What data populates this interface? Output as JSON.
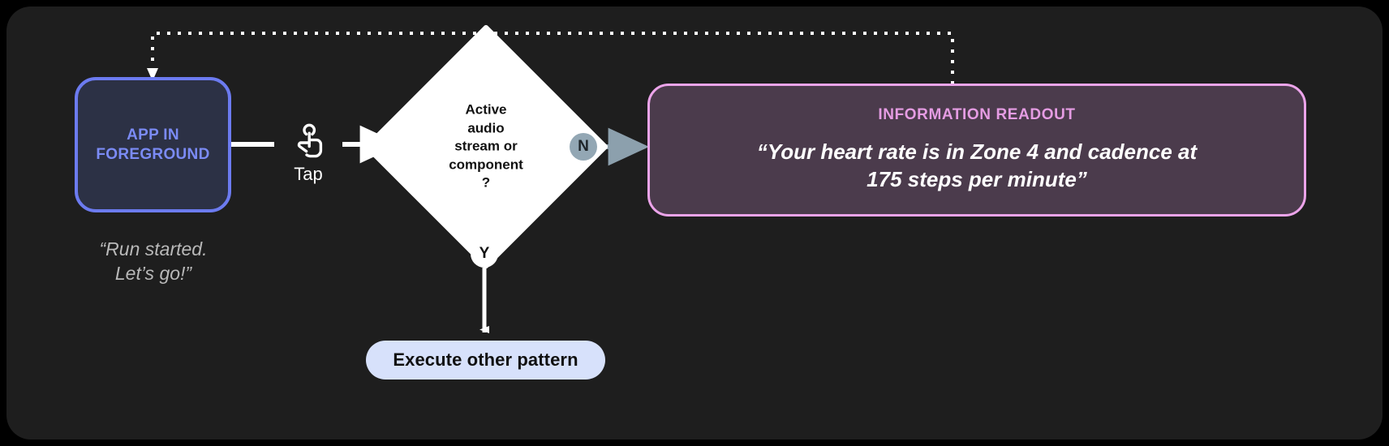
{
  "canvas": {
    "background": "#1e1e1e",
    "outer_background": "#000000"
  },
  "nodes": {
    "app": {
      "label": "APP IN\nFOREGROUND",
      "label_line1": "APP IN",
      "label_line2": "FOREGROUND",
      "caption_line1": "“Run started.",
      "caption_line2": "Let’s go!”",
      "border_color": "#6c7bf0",
      "fill_color": "#2c3145",
      "text_color": "#7b8bf5"
    },
    "gesture": {
      "icon": "tap-gesture-icon",
      "label": "Tap"
    },
    "decision": {
      "line1": "Active",
      "line2": "audio",
      "line3": "stream or",
      "line4": "component",
      "line5": "?",
      "fill_color": "#ffffff",
      "text_color": "#111111"
    },
    "branches": {
      "no": {
        "label": "N",
        "badge_color": "#93a7b4",
        "text_color": "#1e2428",
        "connector_color": "#8ca0ad"
      },
      "yes": {
        "label": "Y",
        "badge_color": "#ffffff",
        "text_color": "#111111",
        "connector_color": "#ffffff"
      }
    },
    "readout": {
      "title": "INFORMATION READOUT",
      "body_line1": "“Your heart rate is in Zone 4 and cadence at",
      "body_line2": "175 steps per minute”",
      "border_color": "#eca4ea",
      "fill_color": "#4b3b4c",
      "title_color": "#e59ce3",
      "body_color": "#ffffff"
    },
    "pattern": {
      "label": "Execute other pattern",
      "fill_color": "#d7e1fb",
      "text_color": "#111111"
    }
  },
  "connectors": {
    "feedback": {
      "style": "dotted",
      "color": "#ffffff",
      "from": "readout",
      "to": "app"
    },
    "app_to_decision": {
      "style": "solid",
      "color": "#ffffff"
    },
    "decision_to_readout": {
      "style": "solid",
      "color": "#8ca0ad"
    },
    "decision_to_pattern": {
      "style": "solid",
      "color": "#ffffff"
    }
  }
}
